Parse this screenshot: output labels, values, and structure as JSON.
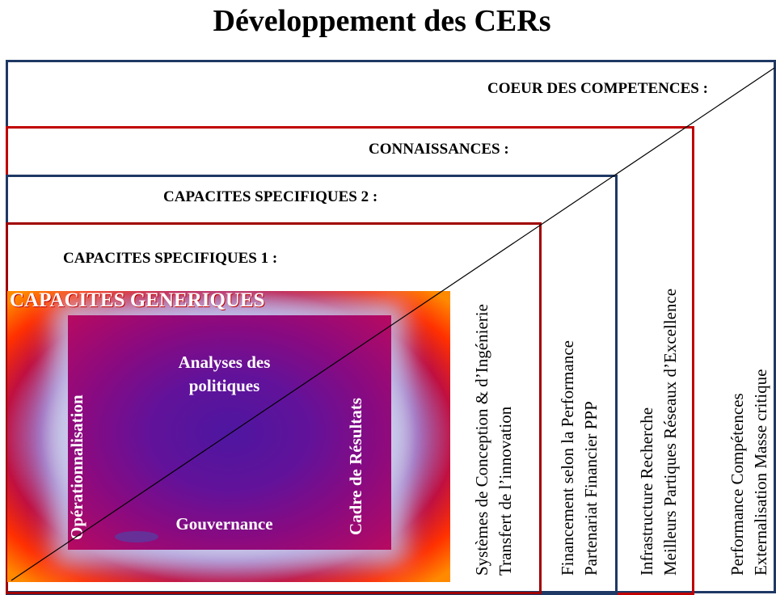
{
  "title": "Développement des CERs",
  "levels": {
    "coeur": "COEUR DES COMPETENCES :",
    "connaissances": "CONNAISSANCES :",
    "specifiques2": "CAPACITES SPECIFIQUES 2 :",
    "specifiques1": "CAPACITES SPECIFIQUES 1 :"
  },
  "generiques": {
    "title": "CAPACITES  GENERIQUES",
    "analyses": "Analyses des politiques",
    "gouvernance": "Gouvernance",
    "operationnalisation": "Opérationnalisation",
    "cadre": "Cadre de Résultats"
  },
  "columns": {
    "col1": {
      "line1": "Systèmes de Conception & d’Ingénierie",
      "line2": "Transfert de l’innovation"
    },
    "col2": {
      "line1": "Financement  selon la Performance",
      "line2": "Partenariat  Financier    PPP"
    },
    "col3": {
      "line1": "Infrastructure         Recherche",
      "line2": "Meilleurs Partiques    Réseaux d’Excellence"
    },
    "col4": {
      "line1": "Performance              Compétences",
      "line2": "Externalisation          Masse critique"
    }
  },
  "colors": {
    "navy": "#1f3864",
    "red": "#c00000",
    "orange": "#ff6a00",
    "purple": "#5a1896"
  }
}
